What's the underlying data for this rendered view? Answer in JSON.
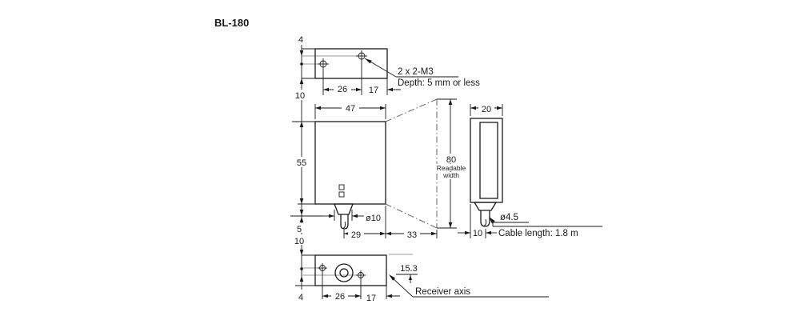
{
  "title": "BL-180",
  "colors": {
    "line": "#1a1a1a",
    "axis_gray": "#999999",
    "dashdot_gray": "#666666",
    "background": "#ffffff"
  },
  "top_view": {
    "dim_top_offset": "4",
    "dim_bottom_offset": "10",
    "dim_hole_spacing": "26",
    "dim_edge": "17",
    "label_thread": "2 x 2-M3",
    "label_depth": "Depth: 5 mm or less"
  },
  "front_view": {
    "dim_width": "47",
    "dim_height": "55",
    "dim_gland": "5",
    "dim_cable": "10",
    "dim_gland_dia": "ø10",
    "dim_cable_offset": "29",
    "dim_distance": "33"
  },
  "readable_width": {
    "value": "80",
    "label_line1": "Readable",
    "label_line2": "width"
  },
  "side_view": {
    "dim_depth": "20",
    "dim_cable_offset": "10",
    "dim_cable_dia": "ø4.5",
    "label_cable": "Cable length: 1.8 m"
  },
  "bottom_view": {
    "dim_bottom_offset": "4",
    "dim_hole_spacing": "26",
    "dim_edge": "17",
    "dim_receiver": "15.3",
    "label_receiver": "Receiver axis"
  }
}
